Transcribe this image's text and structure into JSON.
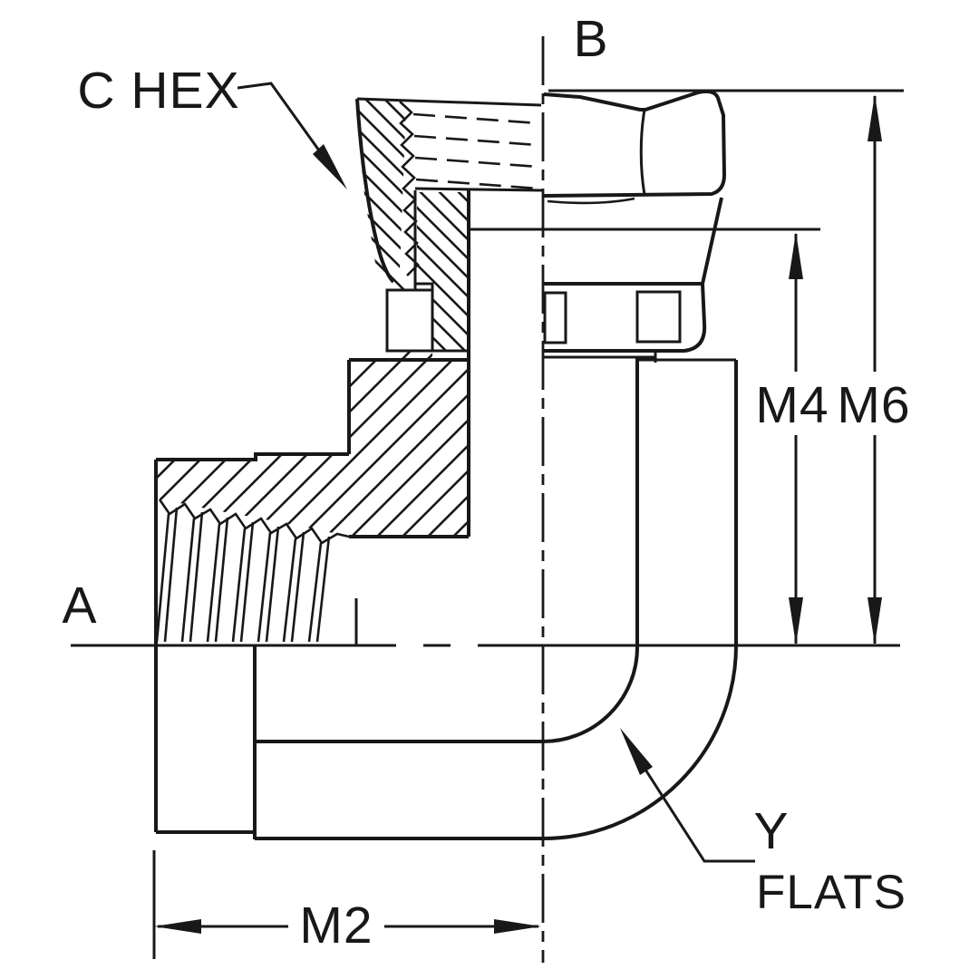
{
  "drawing": {
    "description": "technical cross-section drawing of 90-degree female elbow swivel fitting",
    "background_color": "#ffffff",
    "line_color": "#181818",
    "labels": {
      "c_hex": "C HEX",
      "b": "B",
      "a": "A",
      "m4": "M4",
      "m6": "M6",
      "m2": "M2",
      "y": "Y",
      "flats": "FLATS"
    }
  }
}
